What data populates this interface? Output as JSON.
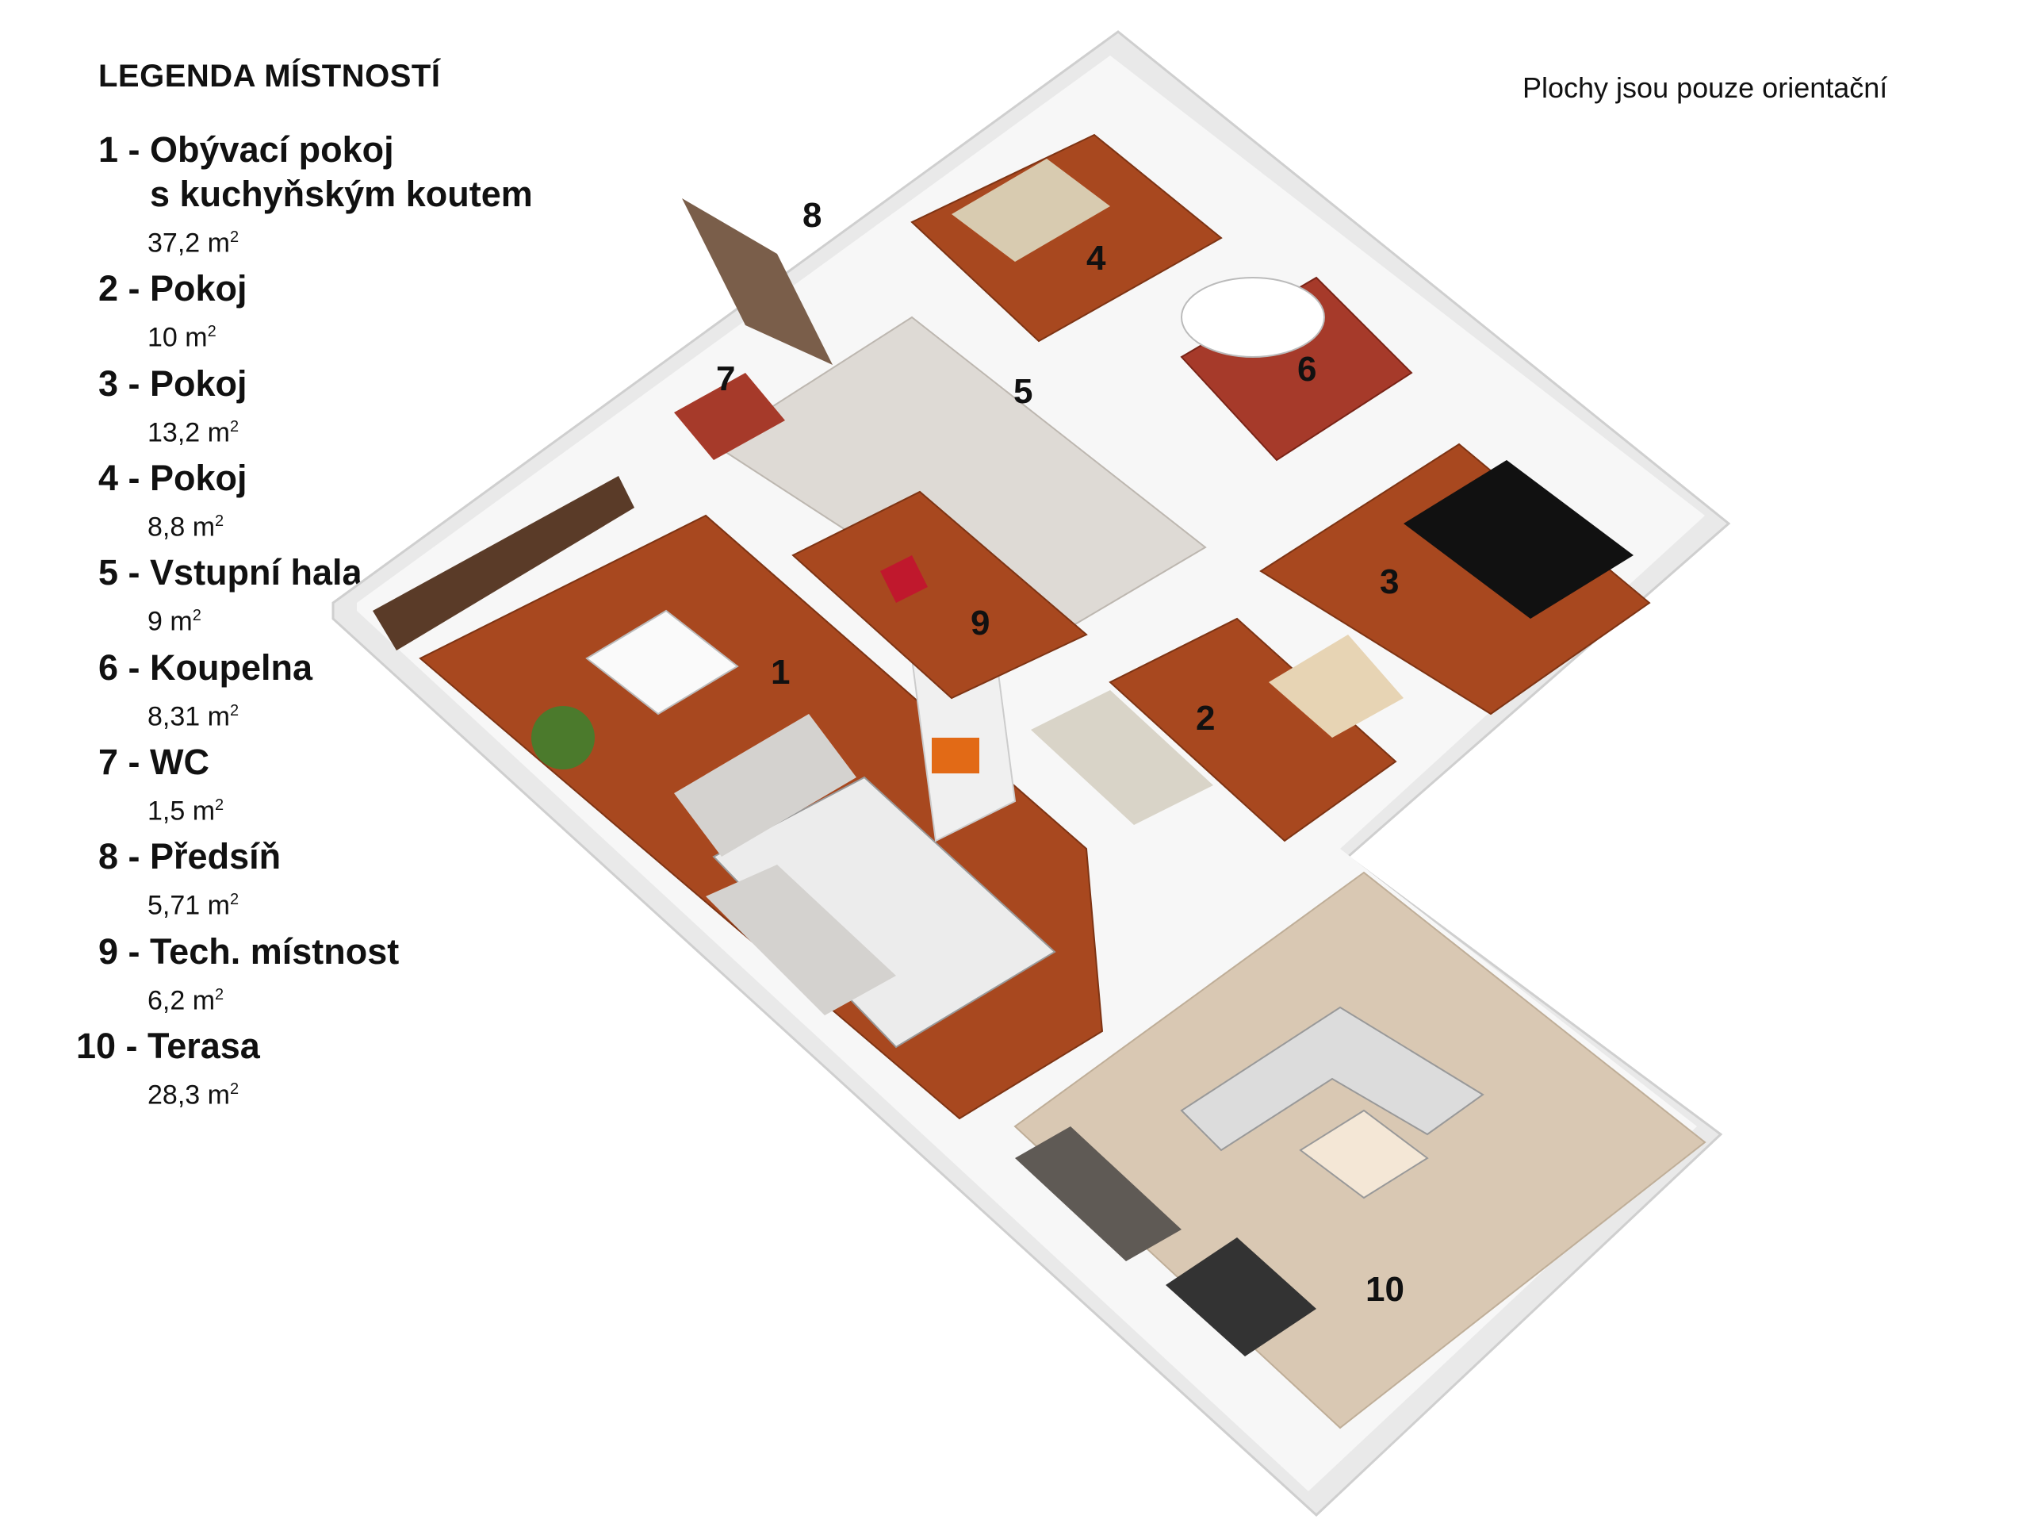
{
  "legend": {
    "title": "LEGENDA MÍSTNOSTÍ",
    "rooms": [
      {
        "num": "1 - ",
        "name": "Obývací pokoj\ns kuchyňským koutem",
        "area": "37,2 m"
      },
      {
        "num": "2 - ",
        "name": "Pokoj",
        "area": "10 m"
      },
      {
        "num": "3 - ",
        "name": "Pokoj",
        "area": "13,2 m"
      },
      {
        "num": "4 - ",
        "name": "Pokoj",
        "area": "8,8 m"
      },
      {
        "num": "5 - ",
        "name": "Vstupní hala",
        "area": "9 m"
      },
      {
        "num": "6 - ",
        "name": "Koupelna",
        "area": "8,31 m"
      },
      {
        "num": "7 - ",
        "name": "WC",
        "area": "1,5 m"
      },
      {
        "num": "8 - ",
        "name": "Předsíň",
        "area": "5,71 m"
      },
      {
        "num": "9 - ",
        "name": "Tech. místnost",
        "area": "6,2 m"
      },
      {
        "num": "10 - ",
        "name": "Terasa",
        "area": "28,3 m"
      }
    ],
    "area_exponent": "2"
  },
  "note": "Plochy jsou pouze orientační",
  "plan_labels": [
    "1",
    "2",
    "3",
    "4",
    "5",
    "6",
    "7",
    "8",
    "9",
    "10"
  ],
  "colors": {
    "wood_floor": "#a8481f",
    "tile_floor": "#dedad5",
    "bathroom_floor": "#a63a2a",
    "terrace_floor": "#d9c8b3",
    "wall": "#f2f2f2",
    "door": "#6e5148"
  }
}
